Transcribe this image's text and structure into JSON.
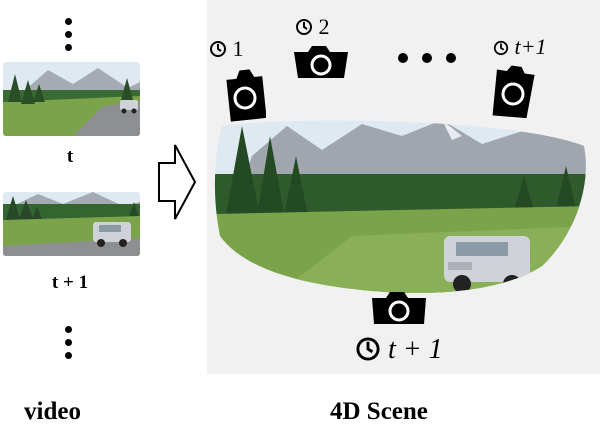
{
  "left": {
    "frame_t_label": "t",
    "frame_t1_label": "t + 1",
    "caption": "video"
  },
  "scene": {
    "caption": "4D Scene",
    "cameras": [
      {
        "index": "1"
      },
      {
        "index": "2"
      },
      {
        "index": "t+1"
      }
    ],
    "bottom_camera_label": "t + 1"
  },
  "colors": {
    "sky": "#dfe9f2",
    "mountain": "#9fa6ad",
    "forest": "#2f5a2c",
    "meadow": "#7aa34a",
    "road": "#8d8f93",
    "car": "#cfd2d6"
  }
}
